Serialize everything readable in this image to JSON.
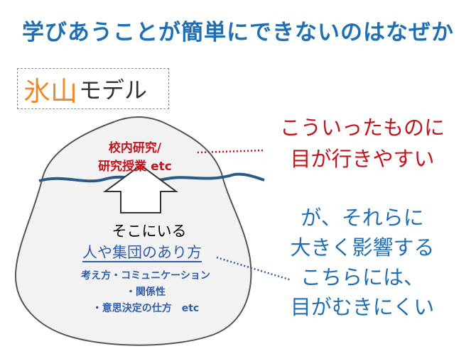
{
  "title": "学びあうことが簡単にできないのはなぜか",
  "model": {
    "word1": "氷山",
    "word2": "モデル"
  },
  "iceberg": {
    "top_lines": [
      "校内研究/",
      "研究授業 etc"
    ],
    "soko": "そこにいる",
    "hito": "人や集団のあり方",
    "sub_lines": [
      "考え方・コミュニケーション",
      "・関係性",
      "・意思決定の仕方　etc"
    ]
  },
  "red_note": [
    "こういったものに",
    "目が行きやすい"
  ],
  "blue_note": [
    "が、それらに",
    "大きく影響する",
    "こちらには、",
    "目がむきにくい"
  ],
  "colors": {
    "title": "#1f6fb5",
    "accent_orange": "#f08a28",
    "red": "#c1141b",
    "blue": "#2f5da8",
    "water": "#2a5a86",
    "iceberg_fill": "#f2f2f2"
  }
}
